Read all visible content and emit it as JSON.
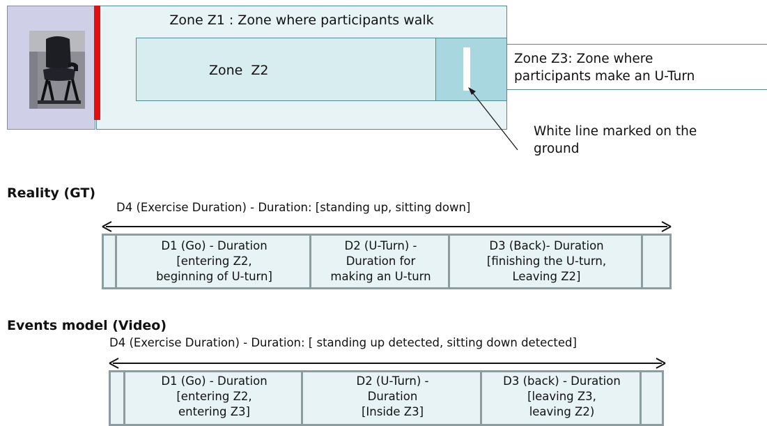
{
  "zones": {
    "z1_label": "Zone Z1 : Zone where participants walk",
    "z2_label": "Zone  Z2",
    "z3_label": "Zone Z3: Zone where\nparticipants make an U-Turn",
    "white_line_label": "White line marked on the\nground"
  },
  "reality": {
    "heading": "Reality (GT)",
    "d4_caption": "D4 (Exercise Duration) - Duration: [standing up, sitting down]",
    "segments": [
      "D1 (Go) - Duration\n[entering Z2,\nbeginning of U-turn]",
      "D2 (U-Turn)  -\nDuration for\nmaking an U-turn",
      "D3 (Back)- Duration\n[finishing the U-turn,\nLeaving Z2]"
    ]
  },
  "events": {
    "heading": "Events model (Video)",
    "d4_caption": "D4 (Exercise Duration) - Duration: [ standing up detected, sitting down detected]",
    "segments": [
      "D1 (Go) - Duration\n[entering  Z2,\nentering Z3]",
      "D2 (U-Turn) -\nDuration\n[Inside Z3]",
      "D3 (back) - Duration\n[leaving Z3,\nleaving Z2)"
    ]
  },
  "colors": {
    "zone_border": "#4e8c93",
    "zone_fill": "#e7f3f5",
    "z3_fill": "#a8d7df",
    "start_bar": "#e01010",
    "chair_panel": "#cfd0e8",
    "timeline_border": "#8d9c9f"
  }
}
